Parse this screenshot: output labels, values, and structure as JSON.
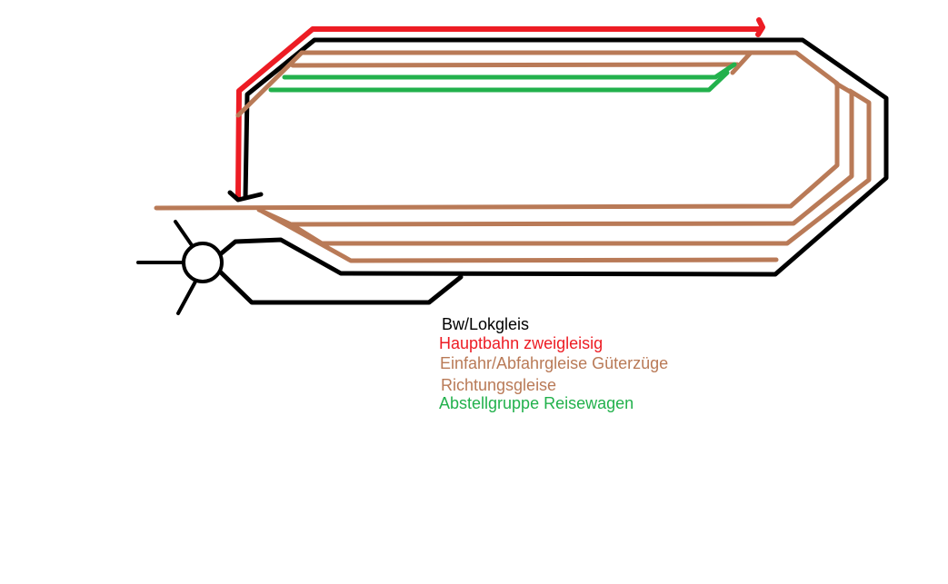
{
  "colors": {
    "lokgleis": "#000000",
    "hauptbahn": "#ed1c24",
    "gueterzuege": "#b97a57",
    "richtungsgleise": "#b97a57",
    "abstellgruppe": "#22b14c"
  },
  "legend": {
    "lokgleis": "Bw/Lokgleis",
    "hauptbahn": "Hauptbahn zweigleisig",
    "gueterzuege": "Einfahr/Abfahrgleise Güterzüge",
    "richtungsgleise": "Richtungsgleise",
    "abstellgruppe": "Abstellgruppe Reisewagen"
  }
}
